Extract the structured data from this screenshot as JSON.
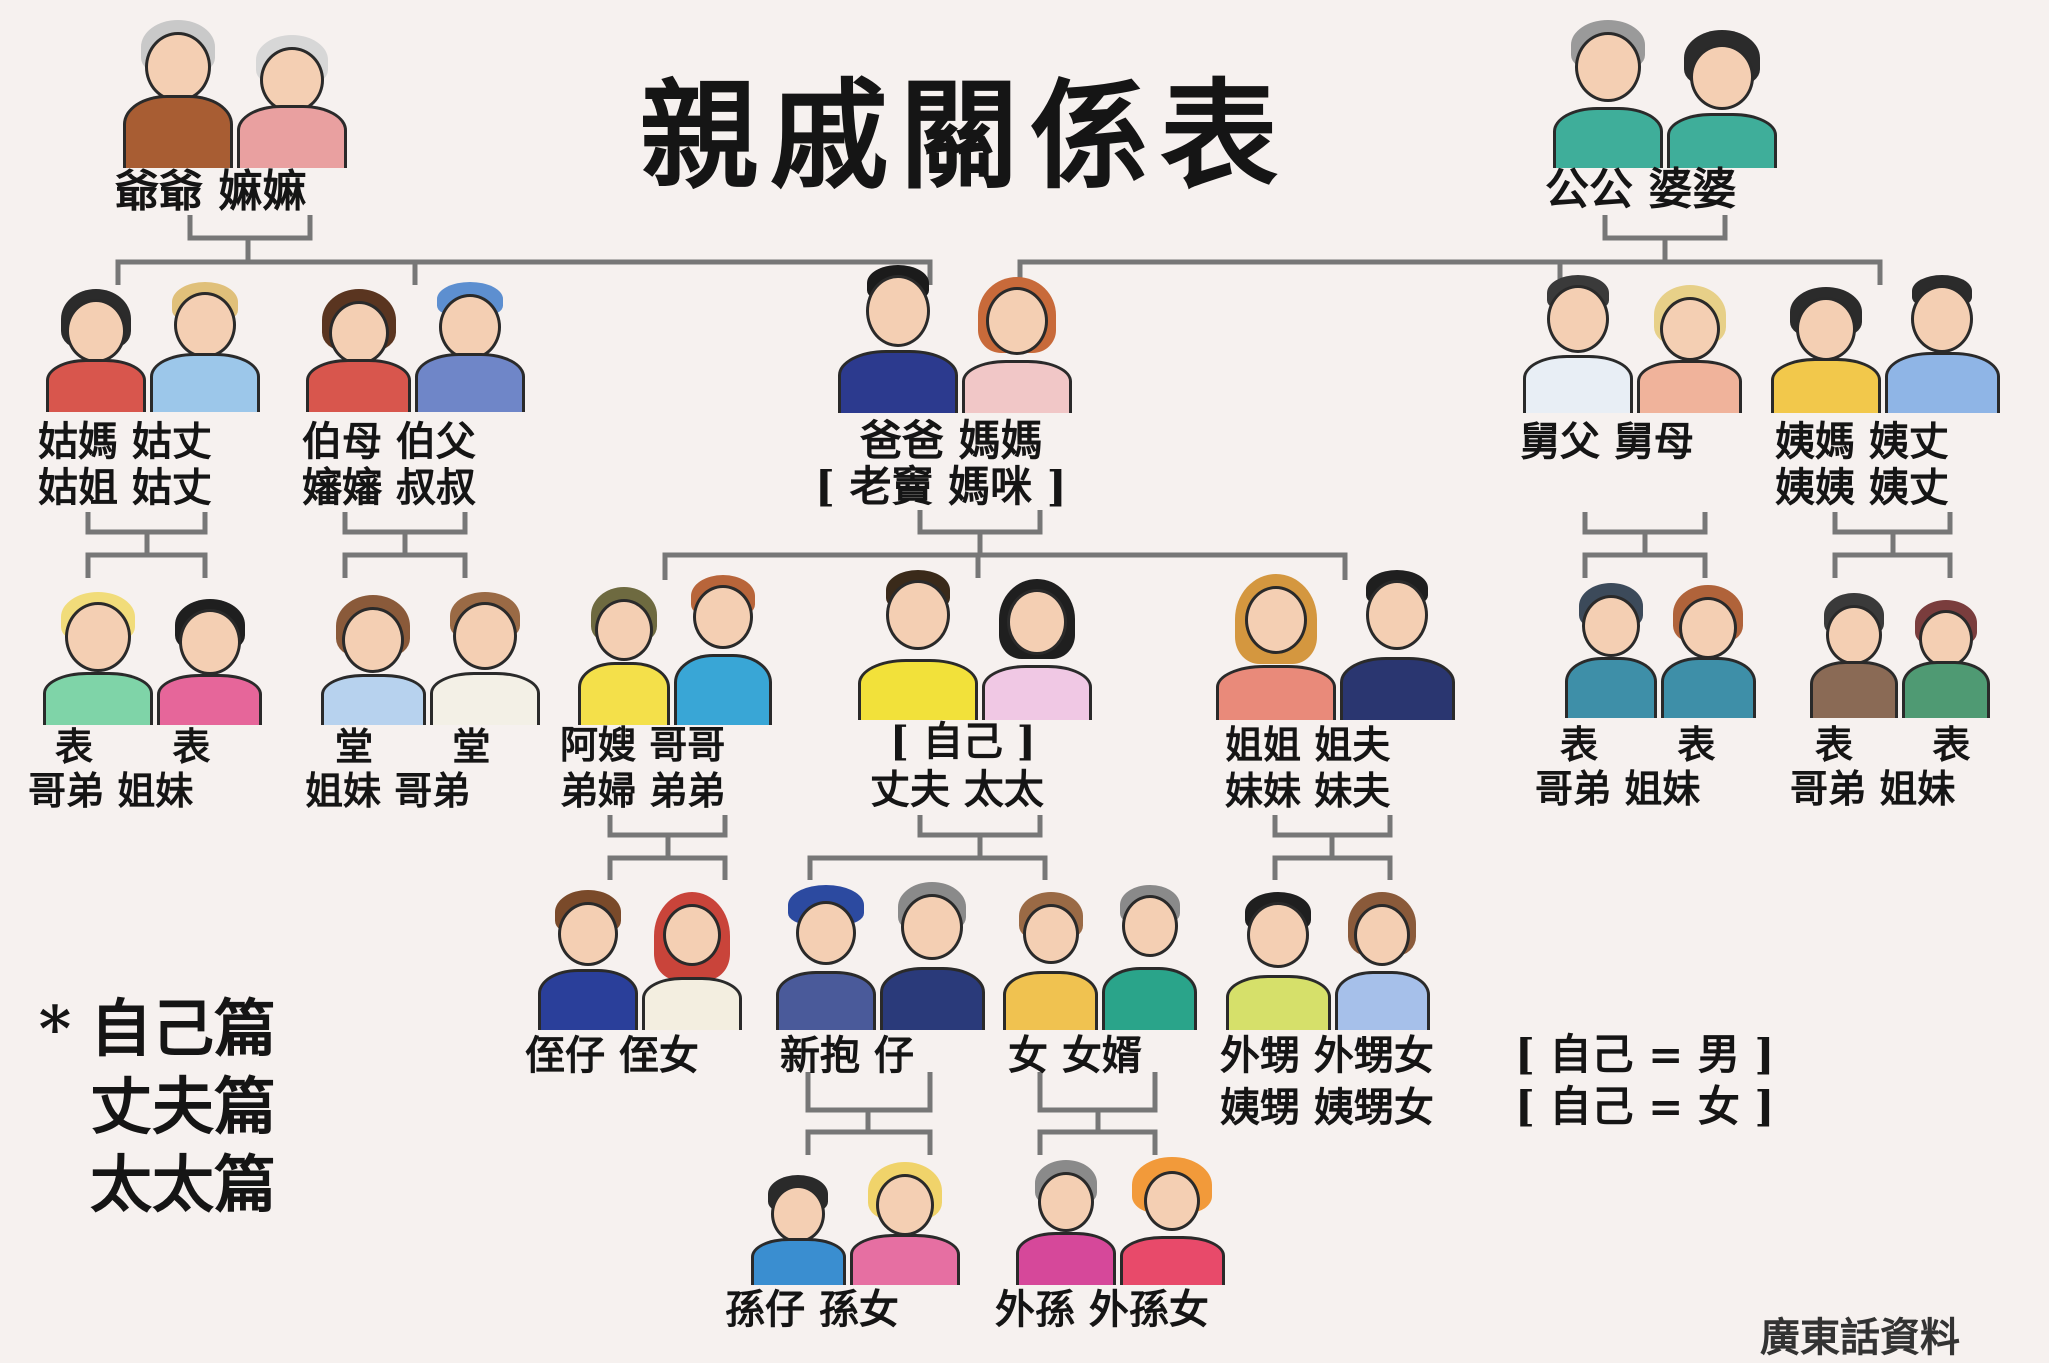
{
  "title": "親戚關係表",
  "labels": {
    "paternal_grandparents": "爺爺 嫲嫲",
    "maternal_grandparents": "公公 婆婆",
    "paternal_aunt_1": "姑媽  姑丈",
    "paternal_aunt_2": "姑姐  姑丈",
    "paternal_uncle_1": "伯母  伯父",
    "paternal_uncle_2": "嬸嬸  叔叔",
    "parents_1": "爸爸  媽媽",
    "parents_2": "[ 老竇  媽咪 ]",
    "maternal_uncle": "舅父  舅母",
    "maternal_aunt_1": "姨媽  姨丈",
    "maternal_aunt_2": "姨姨  姨丈",
    "cousins_paternal_aunt_1": "表      表",
    "cousins_paternal_aunt_2": "哥弟  姐妹",
    "cousins_paternal_uncle_1": "堂      堂",
    "cousins_paternal_uncle_2": "姐妹  哥弟",
    "brother_couple_1": "阿嫂  哥哥",
    "brother_couple_2": "弟婦  弟弟",
    "self_couple_1": "[ 自己 ]",
    "self_couple_2": "丈夫  太太",
    "sister_couple_1": "姐姐  姐夫",
    "sister_couple_2": "妹妹  妹夫",
    "cousins_maternal_uncle_1": "表      表",
    "cousins_maternal_uncle_2": "哥弟  姐妹",
    "cousins_maternal_aunt_1": "表      表",
    "cousins_maternal_aunt_2": "哥弟  姐妹",
    "nephew_niece": "侄仔  侄女",
    "sons_children": "新抱  仔",
    "daughter_couple": "女  女婿",
    "sister_children_1": "外甥  外甥女",
    "sister_children_2": "姨甥  姨甥女",
    "self_male": "[ 自己 = 男 ]",
    "self_female": "[ 自己 = 女 ]",
    "grandchildren_son": "孫仔  孫女",
    "grandchildren_daughter": "外孫  外孫女"
  },
  "legend": {
    "star": "*",
    "item1": "自己篇",
    "item2": "丈夫篇",
    "item3": "太太篇"
  },
  "source": "廣東話資料"
}
